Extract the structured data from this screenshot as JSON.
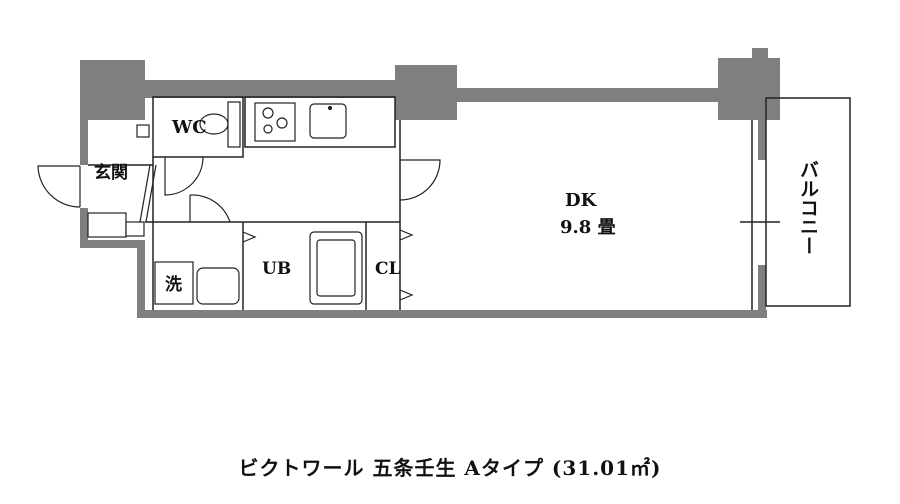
{
  "rooms": {
    "entrance": "玄関",
    "toilet": "WC",
    "washroom": "洗",
    "bathroom": "UB",
    "closet": "CL",
    "dining_kitchen": "DK",
    "dining_kitchen_area": "9.8 畳",
    "balcony": "バルコニー"
  },
  "caption": {
    "name": "ビクトワール 五条壬生 Aタイプ",
    "area": "(31.01㎡)"
  },
  "colors": {
    "wall": "#7f7f7f",
    "line": "#222222",
    "background": "#ffffff"
  }
}
